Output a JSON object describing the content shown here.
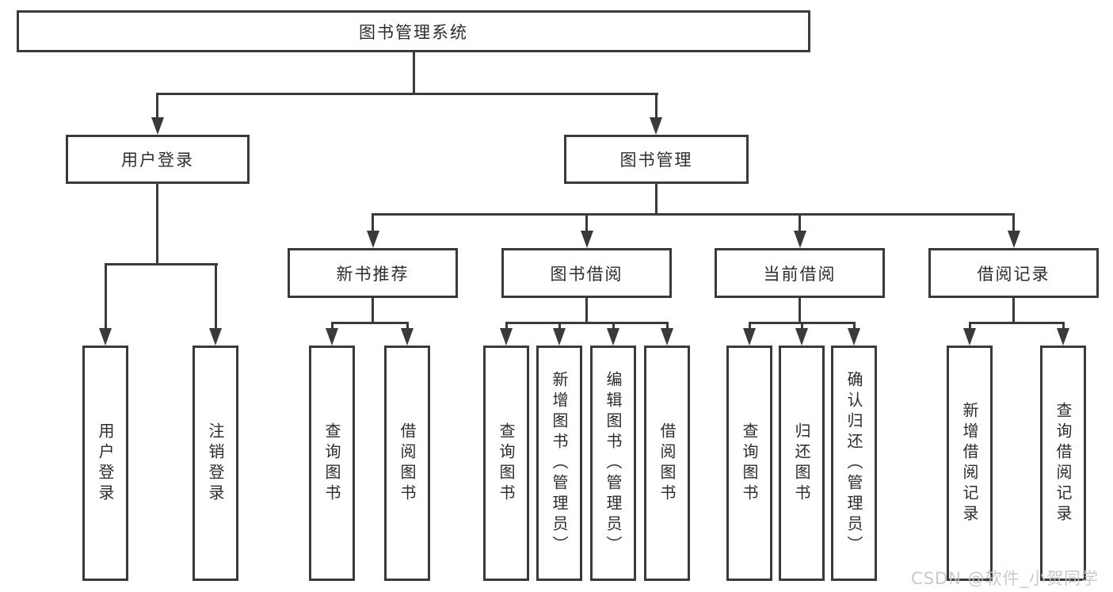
{
  "tree": {
    "label": "图书管理系统",
    "children": [
      {
        "label": "用户登录",
        "children": [
          {
            "label": "用户登录"
          },
          {
            "label": "注销登录"
          }
        ]
      },
      {
        "label": "图书管理",
        "children": [
          {
            "label": "新书推荐",
            "children": [
              {
                "label": "查询图书"
              },
              {
                "label": "借阅图书"
              }
            ]
          },
          {
            "label": "图书借阅",
            "children": [
              {
                "label": "查询图书"
              },
              {
                "label": "新增图书（管理员）"
              },
              {
                "label": "编辑图书（管理员）"
              },
              {
                "label": "借阅图书"
              }
            ]
          },
          {
            "label": "当前借阅",
            "children": [
              {
                "label": "查询图书"
              },
              {
                "label": "归还图书"
              },
              {
                "label": "确认归还（管理员）"
              }
            ]
          },
          {
            "label": "借阅记录",
            "children": [
              {
                "label": "新增借阅记录"
              },
              {
                "label": "查询借阅记录"
              }
            ]
          }
        ]
      }
    ]
  },
  "watermark": {
    "text": "CSDN @软件_小贺同学"
  },
  "colors": {
    "line": "#3a3a3a",
    "text": "#2d2d2d",
    "box_fill": "#ffffff",
    "background": "#ffffff",
    "watermark": "#c4c4c4"
  }
}
